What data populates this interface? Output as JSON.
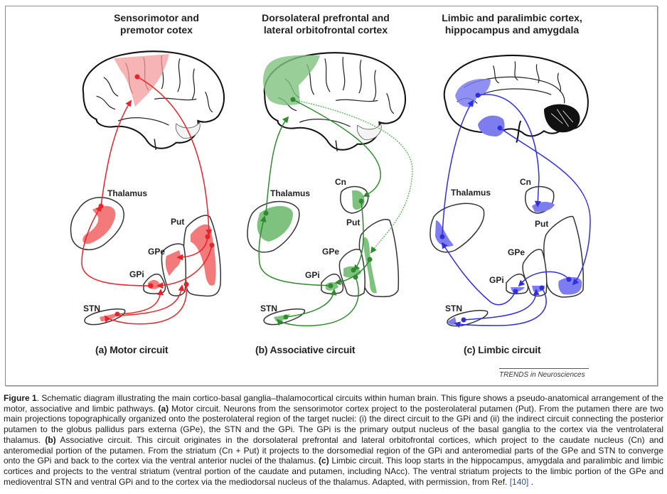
{
  "figure": {
    "panels": [
      {
        "id": "a",
        "title_line1": "Sensorimotor and",
        "title_line2": "premotor cotex",
        "caption": "(a) Motor circuit",
        "color": "#e8232a",
        "fill": "#f49b9b",
        "labels": {
          "thalamus": "Thalamus",
          "put": "Put",
          "gpe": "GPe",
          "gpi": "GPi",
          "stn": "STN"
        }
      },
      {
        "id": "b",
        "title_line1": "Dorsolateral prefrontal and",
        "title_line2": "lateral orbitofrontal cortex",
        "caption": "(b) Associative circuit",
        "color": "#2e8b2e",
        "fill": "#7fc27f",
        "labels": {
          "thalamus": "Thalamus",
          "cn": "Cn",
          "put": "Put",
          "gpe": "GPe",
          "gpi": "GPi",
          "stn": "STN"
        }
      },
      {
        "id": "c",
        "title_line1": "Limbic and paralimbic cortex,",
        "title_line2": "hippocampus and amygdala",
        "caption": "(c) Limbic circuit",
        "color": "#2f2fe0",
        "fill": "#7d7df0",
        "labels": {
          "thalamus": "Thalamus",
          "cn": "Cn",
          "put": "Put",
          "gpe": "GPe",
          "gpi": "GPi",
          "stn": "STN"
        }
      }
    ],
    "credit": "TRENDS in Neurosciences"
  },
  "caption": {
    "label": "Figure 1",
    "intro": ".  Schematic diagram illustrating the main cortico-basal ganglia–thalamocortical circuits within human brain. This figure shows a pseudo-anatomical arrangement of the motor, associative and limbic pathways. ",
    "a_tag": "(a)",
    "a_text": " Motor circuit. Neurons from the sensorimotor cortex project to the posterolateral putamen (Put). From the putamen there are two main projections topographically organized onto the posterolateral region of the target nuclei: (i) the direct circuit to the GPi and (ii) the indirect circuit connecting the posterior putamen to the globus pallidus pars externa (GPe), the STN and the GPi. The GPi is the primary output nucleus of the basal ganglia to the cortex via the ventrolateral thalamus. ",
    "b_tag": "(b)",
    "b_text": " Associative circuit. This circuit originates in the dorsolateral prefrontal and lateral orbitofrontal cortices, which project to the caudate nucleus (Cn) and anteromedial portion of the putamen. From the striatum (Cn + Put) it projects to the dorsomedial region of the GPi and anteromedial parts of the GPe and STN to converge onto the GPi and back to the cortex via the ventral anterior nuclei of the thalamus. ",
    "c_tag": "(c)",
    "c_text": " Limbic circuit. This loop starts in the hippocampus, amygdala and paralimbic and limbic cortices and projects to the ventral striatum (ventral portion of the caudate and putamen, including NAcc). The ventral striatum projects to the limbic portion of the GPe and medioventral STN and ventral GPi and to the cortex via the mediodorsal nucleus of the thalamus. Adapted, with permission, from Ref. ",
    "ref": "[140]",
    "end": " ."
  }
}
